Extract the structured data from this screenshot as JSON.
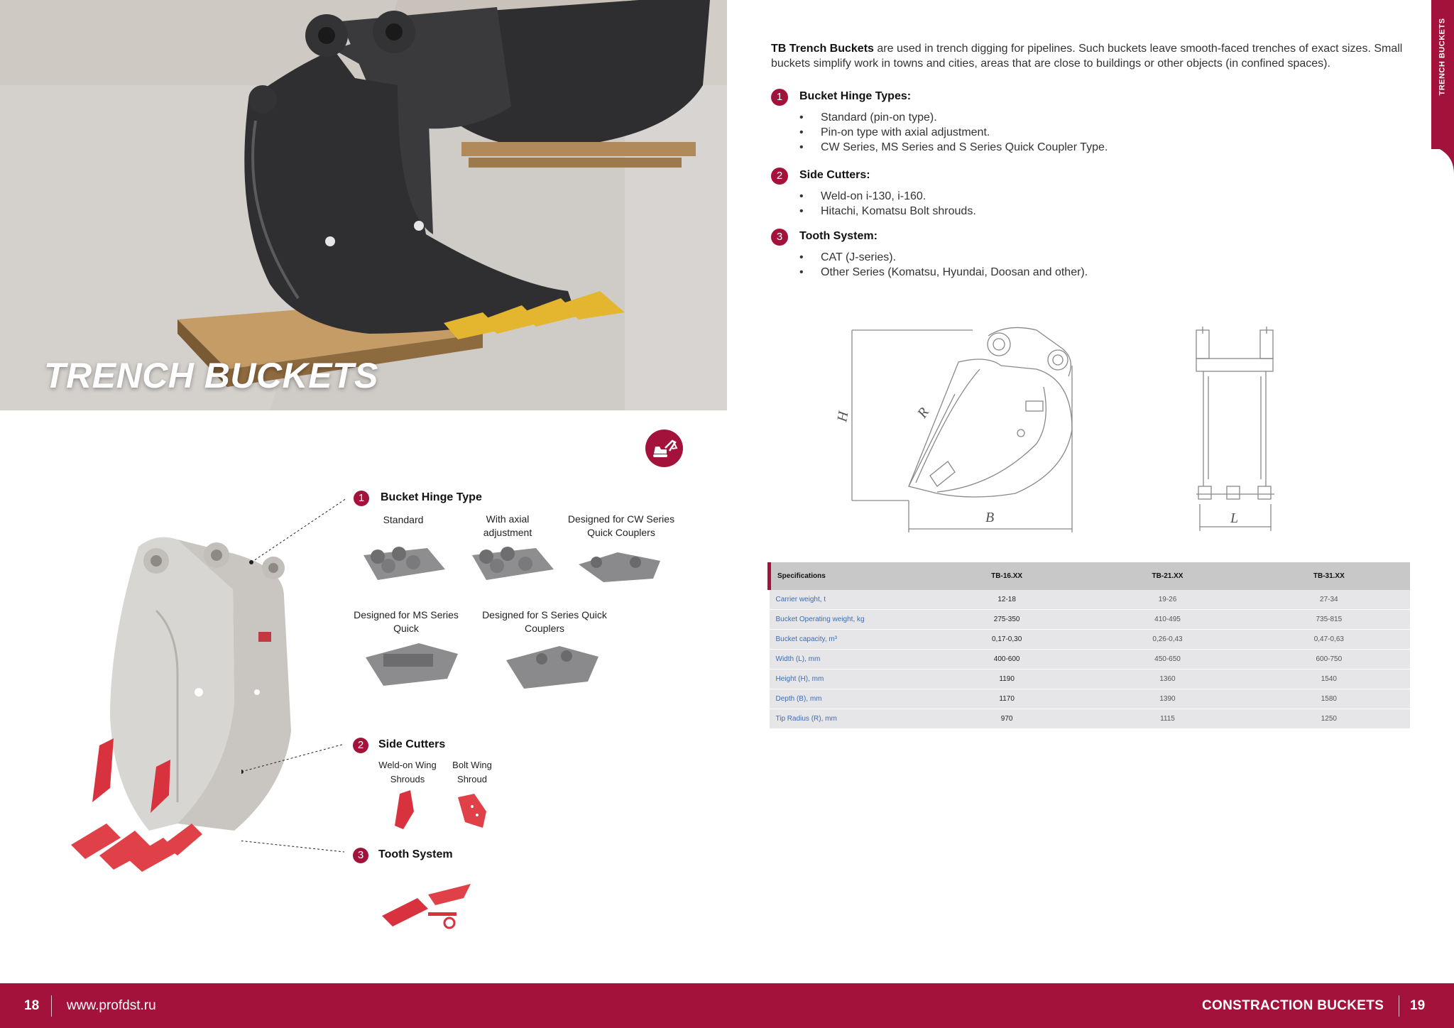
{
  "hero": {
    "title": "TRENCH BUCKETS"
  },
  "side_tab": {
    "label": "TRENCH BUCKETS"
  },
  "left_sections": {
    "hinge": {
      "number": "1",
      "title": "Bucket Hinge Type",
      "options": [
        "Standard",
        "With axial adjustment",
        "Designed for CW Series Quick Couplers",
        "Designed for MS Series Quick",
        "Designed for S Series Quick Couplers"
      ]
    },
    "cutters": {
      "number": "2",
      "title": "Side Cutters",
      "options": [
        "Weld-on Wing Shrouds",
        "Bolt Wing Shroud"
      ]
    },
    "tooth": {
      "number": "3",
      "title": "Tooth System"
    }
  },
  "intro": {
    "bold": "TB Trench Buckets",
    "text": " are used in trench digging for pipelines. Such buckets leave smooth-faced trenches of exact sizes. Small buckets simplify work in towns and cities, areas that are close to buildings or other objects (in confined spaces)."
  },
  "right_sections": [
    {
      "number": "1",
      "title": "Bucket Hinge Types:",
      "items": [
        "Standard (pin-on type).",
        "Pin-on type with axial adjustment.",
        "CW Series, MS Series and S Series Quick Coupler Type."
      ]
    },
    {
      "number": "2",
      "title": "Side Cutters:",
      "items": [
        "Weld-on i-130, i-160.",
        "Hitachi, Komatsu Bolt shrouds."
      ]
    },
    {
      "number": "3",
      "title": "Tooth System:",
      "items": [
        "CAT (J-series).",
        "Other Series (Komatsu, Hyundai, Doosan and other)."
      ]
    }
  ],
  "drawing": {
    "labels": {
      "h": "H",
      "r": "R",
      "b": "B",
      "l": "L"
    }
  },
  "table": {
    "headers": [
      "Specifications",
      "TB-16.XX",
      "TB-21.XX",
      "TB-31.XX"
    ],
    "rows": [
      [
        "Carrier weight, t",
        "12-18",
        "19-26",
        "27-34"
      ],
      [
        "Bucket Operating weight, kg",
        "275-350",
        "410-495",
        "735-815"
      ],
      [
        "Bucket capacity, m³",
        "0,17-0,30",
        "0,26-0,43",
        "0,47-0,63"
      ],
      [
        "Width (L), mm",
        "400-600",
        "450-650",
        "600-750"
      ],
      [
        "Height (H), mm",
        "1190",
        "1360",
        "1540"
      ],
      [
        "Depth (B), mm",
        "1170",
        "1390",
        "1580"
      ],
      [
        "Tip Radius  (R), mm",
        "970",
        "1115",
        "1250"
      ]
    ]
  },
  "footer": {
    "page_left": "18",
    "url": "www.profdst.ru",
    "section": "CONSTRACTION BUCKETS",
    "page_right": "19"
  },
  "colors": {
    "accent": "#a3123b",
    "footer_bg": "#a3123b",
    "table_header": "#c8c8c8",
    "table_row": "#e6e6e8",
    "table_label": "#3b6db0",
    "part_red": "#d9323f"
  }
}
